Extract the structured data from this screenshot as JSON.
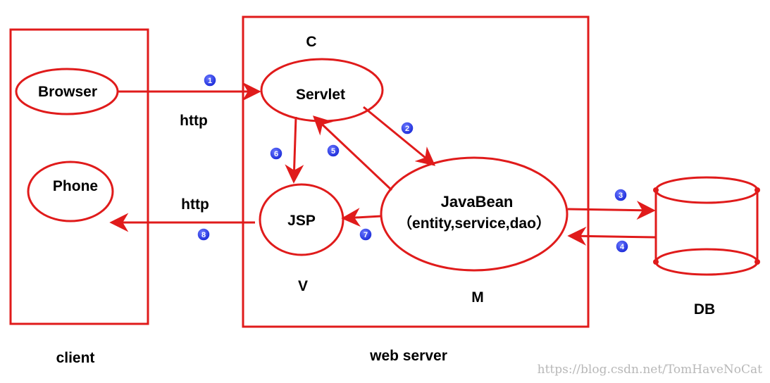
{
  "client": {
    "label": "client",
    "browser": "Browser",
    "phone": "Phone"
  },
  "server": {
    "label": "web server",
    "c_label": "C",
    "v_label": "V",
    "m_label": "M",
    "servlet": "Servlet",
    "jsp": "JSP",
    "javabean": "JavaBean",
    "javabean_sub": "（entity,service,dao）"
  },
  "db": {
    "label": "DB"
  },
  "protocols": {
    "request": "http",
    "response": "http"
  },
  "steps": {
    "s1": "1",
    "s2": "2",
    "s3": "3",
    "s4": "4",
    "s5": "5",
    "s6": "6",
    "s7": "7",
    "s8": "8"
  },
  "watermark": "https://blog.csdn.net/TomHaveNoCat",
  "colors": {
    "line": "#e01b1b",
    "badge": "#1a2ad8",
    "text": "#000000"
  }
}
